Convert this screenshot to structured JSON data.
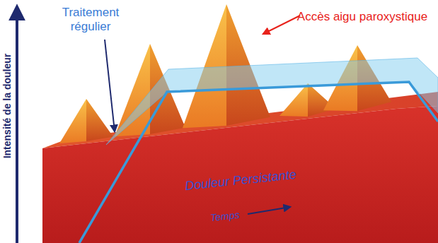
{
  "diagram": {
    "nodes": [
      {
        "text": [
          "Douleur Persistante"
        ]
      }
    ],
    "labels": [
      "Traitement régulier",
      "Accès aigu paroxystique",
      "Intensité de la douleur",
      "Temps"
    ]
  }
}
